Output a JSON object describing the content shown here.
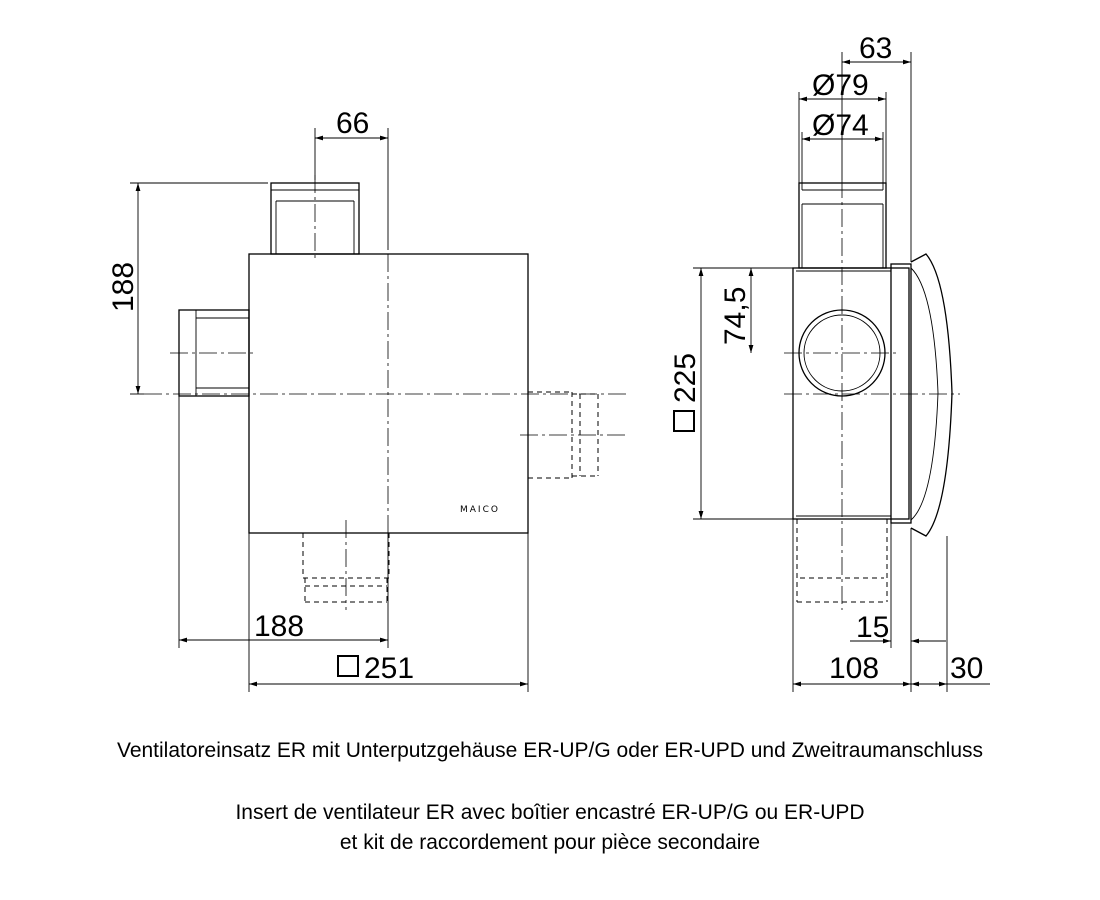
{
  "dimensions": {
    "front_pipe_width": "66",
    "front_height": "188",
    "front_lower_width": "188",
    "front_square_width": "251",
    "side_offset": "63",
    "side_outer_dia": "Ø79",
    "side_inner_dia": "Ø74",
    "side_port_height": "74,5",
    "side_square_height": "225",
    "side_depth": "108",
    "side_flange": "15",
    "side_cover": "30"
  },
  "logo_text": "MAICO",
  "caption": {
    "de": "Ventilatoreinsatz ER mit Unterputzgehäuse ER-UP/G oder ER-UPD und Zweitraumanschluss",
    "fr_line1": "Insert de ventilateur ER avec boîtier encastré ER-UP/G ou ER-UPD",
    "fr_line2": "et kit de raccordement pour pièce secondaire"
  }
}
